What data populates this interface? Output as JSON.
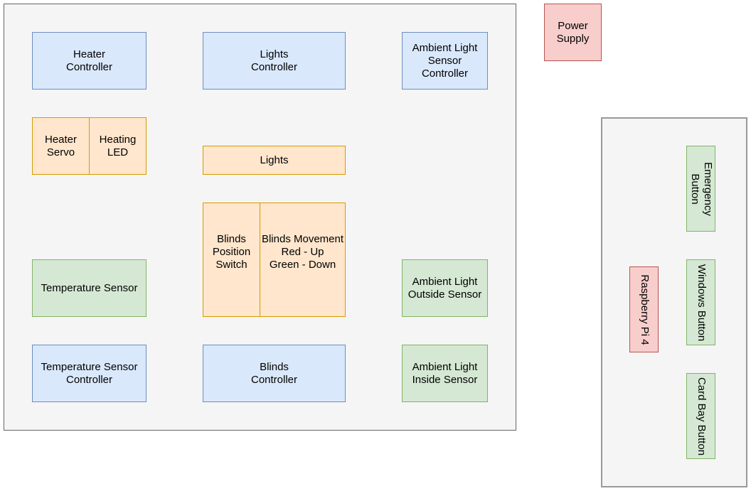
{
  "main_panel": {
    "heater_controller": "Heater\nController",
    "lights_controller": "Lights\nController",
    "ambient_light_sensor_controller": "Ambient Light\nSensor\nController",
    "heater_servo": "Heater\nServo",
    "heating_led": "Heating\nLED",
    "lights": "Lights",
    "blinds_position_switch": "Blinds\nPosition\nSwitch",
    "blinds_movement": "Blinds Movement\nRed - Up\nGreen - Down",
    "temperature_sensor": "Temperature Sensor",
    "ambient_light_outside_sensor": "Ambient Light\nOutside Sensor",
    "temperature_sensor_controller": "Temperature Sensor\nController",
    "blinds_controller": "Blinds\nController",
    "ambient_light_inside_sensor": "Ambient Light\nInside Sensor"
  },
  "power_supply": "Power\nSupply",
  "side_panel": {
    "emergency_button": "Emergency\nButton",
    "windows_button": "Windows Button",
    "card_bay_button": "Card Bay Button",
    "raspberry_pi": "Raspberry Pi 4"
  },
  "colors": {
    "controller_fill": "#dae8fc",
    "controller_border": "#6c8ebf",
    "actuator_fill": "#ffe6cc",
    "actuator_border": "#d79b00",
    "sensor_fill": "#d5e8d4",
    "sensor_border": "#82b366",
    "power_fill": "#f8cecc",
    "power_border": "#b85450",
    "panel_fill": "#f5f5f5",
    "panel_border": "#666666"
  }
}
